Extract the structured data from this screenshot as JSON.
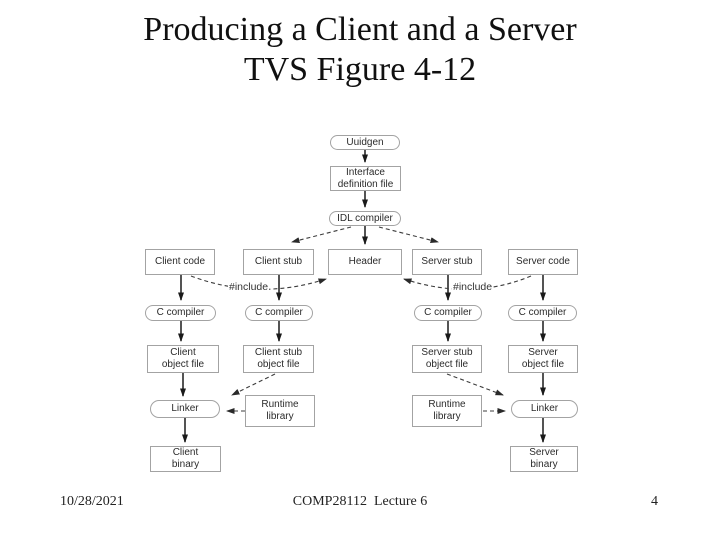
{
  "slide": {
    "title_line1": "Producing a Client and a Server",
    "title_line2": "TVS Figure 4-12",
    "footer": {
      "date": "10/28/2021",
      "course": "COMP28112  Lecture 6",
      "page": "4"
    }
  },
  "colors": {
    "box_border": "#a3a3a3",
    "solid_arrow": "#1a1a1a",
    "dashed_arrow": "#3c3c3c",
    "box_text": "#2b2b2b",
    "background": "#ffffff"
  },
  "diagram": {
    "include_label": "#include",
    "nodes": {
      "uuidgen": {
        "label": "Uuidgen"
      },
      "interface_file": {
        "label": "Interface\ndefinition file"
      },
      "idl_compiler": {
        "label": "IDL compiler"
      },
      "client_code": {
        "label": "Client code"
      },
      "client_stub": {
        "label": "Client stub"
      },
      "header": {
        "label": "Header"
      },
      "server_stub": {
        "label": "Server stub"
      },
      "server_code": {
        "label": "Server code"
      },
      "c_compiler_1": {
        "label": "C compiler"
      },
      "c_compiler_2": {
        "label": "C compiler"
      },
      "c_compiler_3": {
        "label": "C compiler"
      },
      "c_compiler_4": {
        "label": "C compiler"
      },
      "client_object": {
        "label": "Client\nobject file"
      },
      "client_stub_object": {
        "label": "Client stub\nobject file"
      },
      "server_stub_object": {
        "label": "Server stub\nobject file"
      },
      "server_object": {
        "label": "Server\nobject file"
      },
      "linker_left": {
        "label": "Linker"
      },
      "runtime_left": {
        "label": "Runtime\nlibrary"
      },
      "runtime_right": {
        "label": "Runtime\nlibrary"
      },
      "linker_right": {
        "label": "Linker"
      },
      "client_binary": {
        "label": "Client\nbinary"
      },
      "server_binary": {
        "label": "Server\nbinary"
      }
    }
  }
}
